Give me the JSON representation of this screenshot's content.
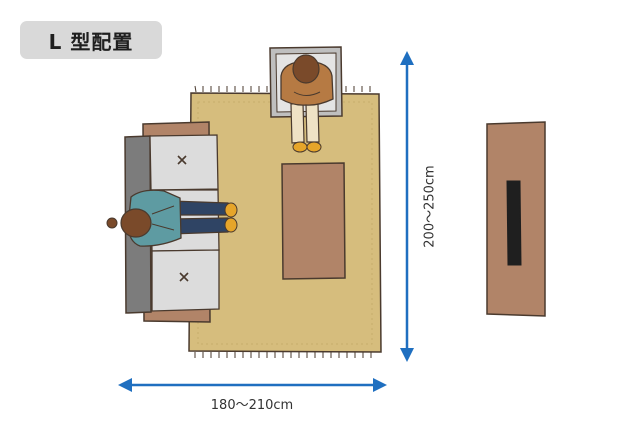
{
  "title": "L 型配置",
  "dimensions": {
    "width": "180～210cm",
    "height": "200～250cm"
  },
  "colors": {
    "rug": "#d6bd7d",
    "wood": "#b18468",
    "sofa_frame": "#7c7c7c",
    "sofa_cushion": "#dcdcdc",
    "arrow": "#1f6fc0",
    "sweater_teal": "#5e9ba2",
    "sweater_brown": "#b67a43",
    "jeans": "#2f4464",
    "hair": "#7a4a2a",
    "shoes": "#e6a52a",
    "outline": "#4a3a2e"
  },
  "icons": {
    "arrow_width": "double-arrow-horizontal-icon",
    "arrow_height": "double-arrow-vertical-icon",
    "cushion_mark": "x-mark-icon"
  }
}
